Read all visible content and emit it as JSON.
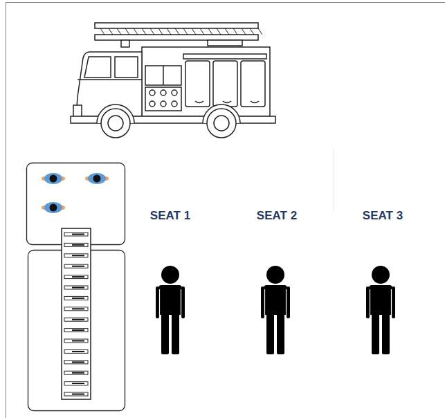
{
  "diagram": {
    "labels": [
      "SEAT 1",
      "SEAT 2",
      "SEAT 3"
    ]
  }
}
